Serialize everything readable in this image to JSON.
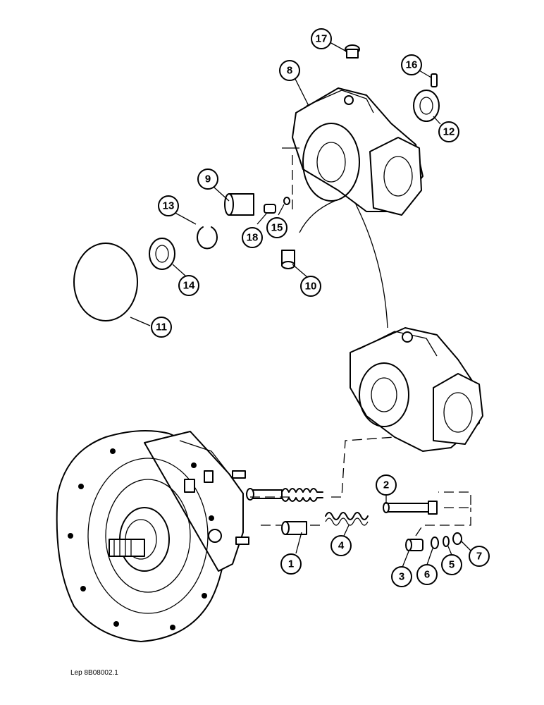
{
  "callouts": [
    {
      "label": "1"
    },
    {
      "label": "2"
    },
    {
      "label": "3"
    },
    {
      "label": "4"
    },
    {
      "label": "5"
    },
    {
      "label": "6"
    },
    {
      "label": "7"
    },
    {
      "label": "8"
    },
    {
      "label": "9"
    },
    {
      "label": "10"
    },
    {
      "label": "11"
    },
    {
      "label": "12"
    },
    {
      "label": "13"
    },
    {
      "label": "14"
    },
    {
      "label": "15"
    },
    {
      "label": "16"
    },
    {
      "label": "17"
    },
    {
      "label": "18"
    }
  ],
  "reference": "Lep 8B08002.1"
}
